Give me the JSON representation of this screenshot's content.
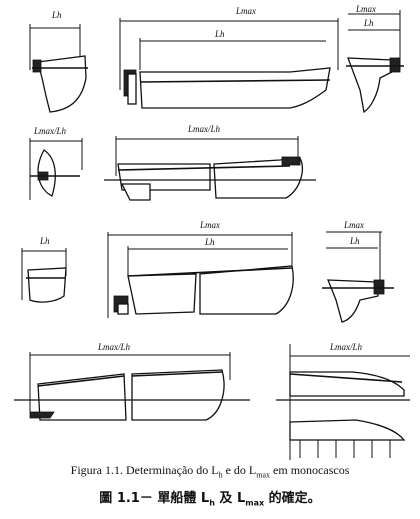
{
  "labels": {
    "lmax": "Lmax",
    "lh": "Lh",
    "lmax_lh": "Lmax/Lh"
  },
  "caption_pt": {
    "prefix": "Figura 1.1. Determinação do L",
    "sub1": "h",
    "mid": " e do L",
    "sub2": "max",
    "suffix": " em monocascos"
  },
  "caption_zh": {
    "prefix": "圖 1.1－ 單船體 L",
    "sub1": "h",
    "mid": " 及 L",
    "sub2": "max",
    "suffix": " 的確定。"
  }
}
